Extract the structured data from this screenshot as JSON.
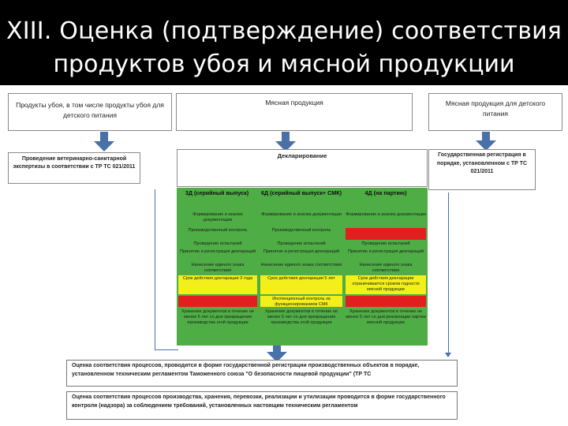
{
  "slide": {
    "title_line1": "XIII. Оценка (подтверждение) соответствия",
    "title_line2": "продуктов убоя и мясной продукции"
  },
  "top_boxes": {
    "left": "Продукты убоя, в том числе продукты убоя для детского питания",
    "center": "Мясная продукция",
    "right": "Мясная продукция для детского питания"
  },
  "second_boxes": {
    "left": "Проведение ветеринарно-санитарной экспертизы в соответствии с ТР ТС 021/2011",
    "center": "Декларирование",
    "right": "Государственная регистрация в порядке, установленном с ТР ТС 021/2011"
  },
  "scheme_columns": [
    {
      "header": "3Д (серийный выпуск)"
    },
    {
      "header": "6Д (серийный выпуск+ СМК)"
    },
    {
      "header": "4Д (на партию)"
    }
  ],
  "scheme_cells": {
    "c1": [
      "Формирование и анализ документации",
      "Производственный контроль",
      "Проведение испытаний",
      "Принятие и регистрация деклараций",
      "Нанесение единого знака соответствия",
      "Срок действия декларации 3 года",
      "",
      "Хранение документов в течение не менее 5 лет со дня прекращения производства этой продукции"
    ],
    "c2": [
      "Формирование и анализ документации",
      "Производственный контроль",
      "Проведение испытаний",
      "Принятие и регистрация деклараций",
      "Нанесение единого знака соответствия",
      "Срок действия декларации 5 лет",
      "Инспекционный контроль за функционированием СМК",
      "Хранение документов в течение не менее 5 лет со дня прекращения производства этой продукции"
    ],
    "c3": [
      "Формирование и анализ документации",
      "",
      "Проведение испытаний",
      "Принятие и регистрация деклараций",
      "Нанесение единого знака соответствия",
      "Срок действия декларации ограничивается сроком годности мясной продукции",
      "",
      "Хранение документов в течение не менее 5 лет со дня реализации партии мясной продукции"
    ]
  },
  "bottom_boxes": {
    "first": "Оценка соответствия процессов, проводится в форме государственной регистрации производственных объектов в порядке, установленном техническим регламентом Таможенного союза \"О безопасности пищевой продукции\" (ТР ТС",
    "second": "Оценка соответствия процессов производства, хранения, перевозки, реализации и утилизации проводится в форме государственного контроля (надзора) за соблюдением требований, установленных настоящим техническим регламентом"
  },
  "colors": {
    "arrow": "#4a70a8",
    "scheme_bg": "#4ead45",
    "alert_red": "#e31e1e",
    "period_yellow": "#f3ef1a"
  }
}
